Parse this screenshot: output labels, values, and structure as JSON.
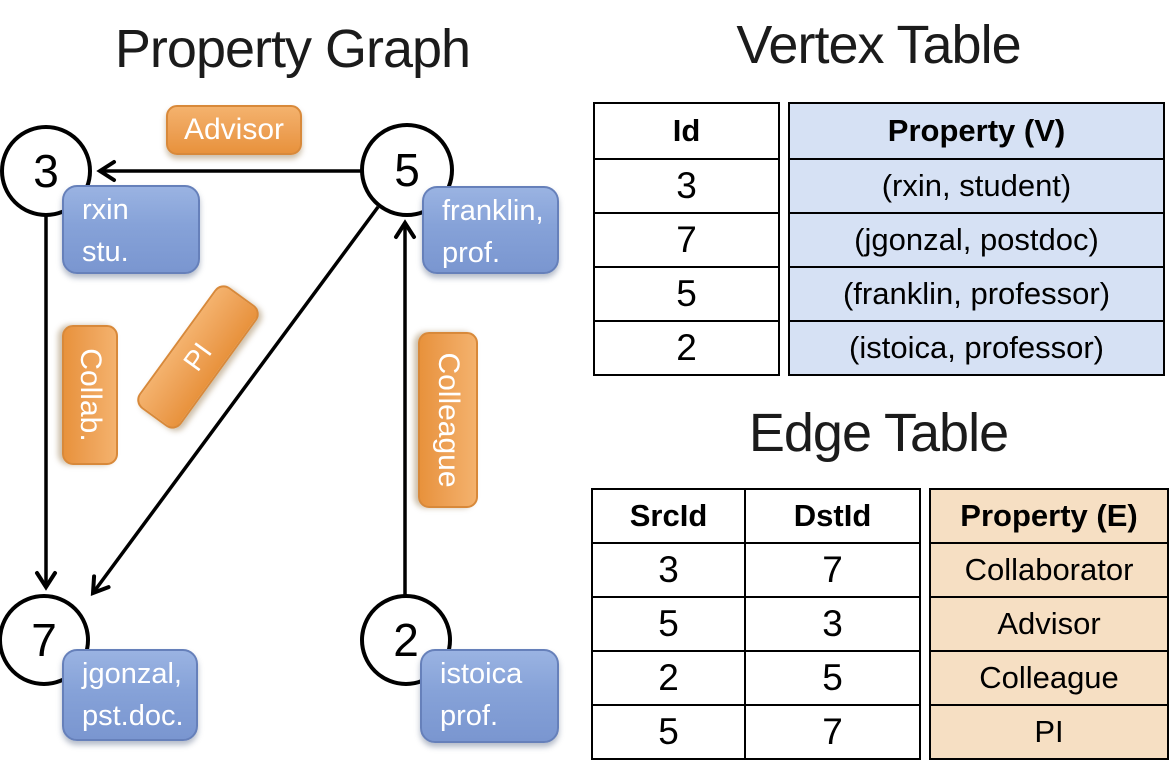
{
  "titles": {
    "graph": "Property Graph",
    "vertex_table": "Vertex Table",
    "edge_table": "Edge Table"
  },
  "graph": {
    "nodes": [
      {
        "id": "3",
        "prop_line1": "rxin",
        "prop_line2": "stu."
      },
      {
        "id": "5",
        "prop_line1": "franklin,",
        "prop_line2": "prof."
      },
      {
        "id": "7",
        "prop_line1": "jgonzal,",
        "prop_line2": "pst.doc."
      },
      {
        "id": "2",
        "prop_line1": "istoica",
        "prop_line2": "prof."
      }
    ],
    "edge_labels": {
      "advisor": "Advisor",
      "collab": "Collab.",
      "pi": "PI",
      "colleague": "Colleague"
    }
  },
  "vertex_table": {
    "headers": {
      "id": "Id",
      "property": "Property (V)"
    },
    "rows": [
      {
        "id": "3",
        "property": "(rxin, student)"
      },
      {
        "id": "7",
        "property": "(jgonzal, postdoc)"
      },
      {
        "id": "5",
        "property": "(franklin, professor)"
      },
      {
        "id": "2",
        "property": "(istoica, professor)"
      }
    ]
  },
  "edge_table": {
    "headers": {
      "src": "SrcId",
      "dst": "DstId",
      "property": "Property (E)"
    },
    "rows": [
      {
        "src": "3",
        "dst": "7",
        "property": "Collaborator"
      },
      {
        "src": "5",
        "dst": "3",
        "property": "Advisor"
      },
      {
        "src": "2",
        "dst": "5",
        "property": "Colleague"
      },
      {
        "src": "5",
        "dst": "7",
        "property": "PI"
      }
    ]
  },
  "colors": {
    "edge_label_fill_top": "#f4b26d",
    "edge_label_fill_bottom": "#e8923c",
    "edge_label_border": "#d8893a",
    "vertex_prop_fill_top": "#9ab3e2",
    "vertex_prop_fill_bottom": "#7a96d0",
    "vertex_prop_border": "#6680ba",
    "vertex_table_property_fill": "#d6e1f4",
    "edge_table_property_fill": "#f6dfc3",
    "line_color": "#000000",
    "title_color": "#1b1b1b"
  }
}
